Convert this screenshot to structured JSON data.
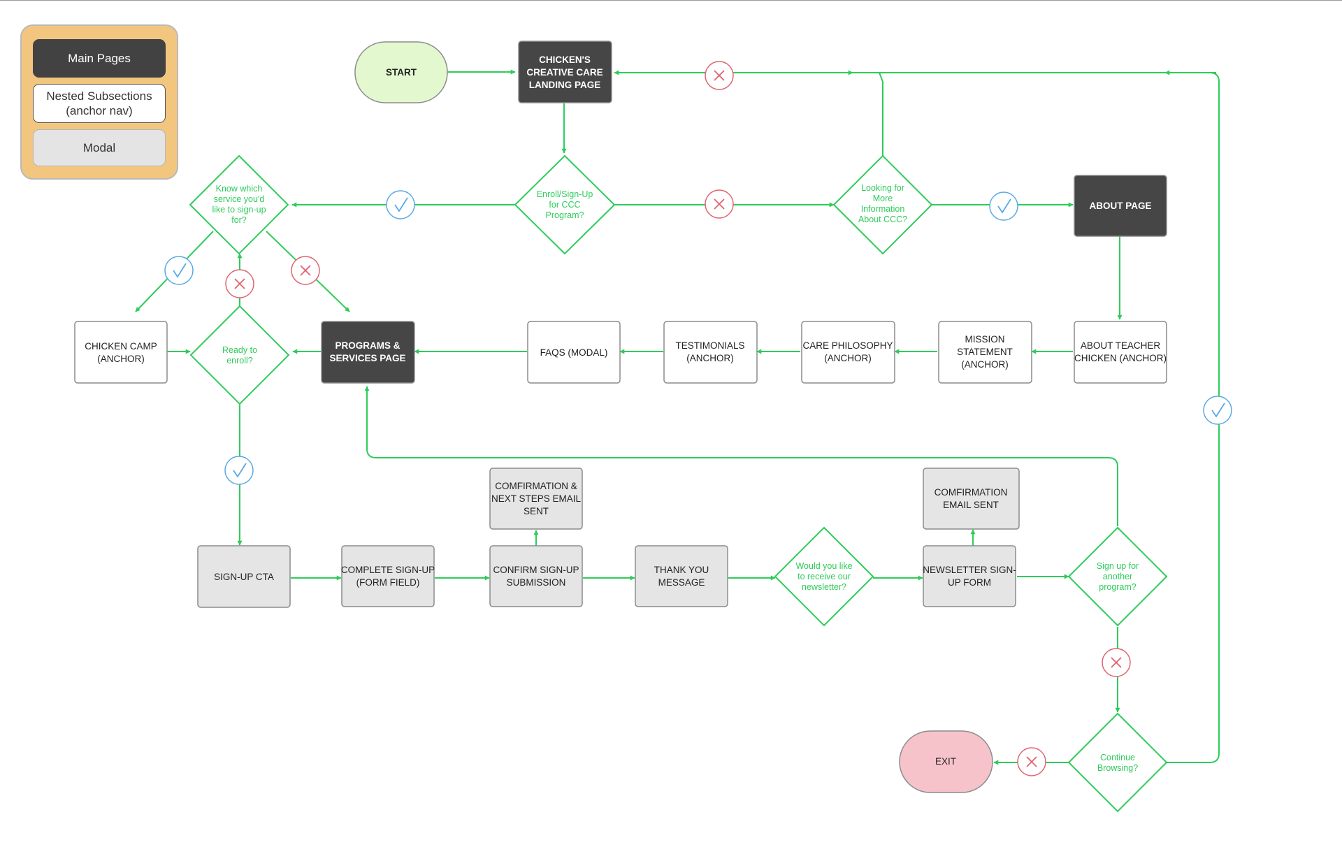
{
  "legend": {
    "main_pages": "Main Pages",
    "nested_line1": "Nested Subsections",
    "nested_line2": "(anchor nav)",
    "modal": "Modal"
  },
  "nodes": {
    "start": {
      "lines": [
        "START"
      ]
    },
    "exit": {
      "lines": [
        "EXIT"
      ]
    },
    "landing": {
      "lines": [
        "CHICKEN'S",
        "CREATIVE CARE",
        "LANDING PAGE"
      ]
    },
    "about_page": {
      "lines": [
        "ABOUT PAGE"
      ]
    },
    "programs": {
      "lines": [
        "PROGRAMS &",
        "SERVICES PAGE"
      ]
    },
    "chicken_camp": {
      "lines": [
        "CHICKEN CAMP",
        "(ANCHOR)"
      ]
    },
    "faqs": {
      "lines": [
        "FAQS (MODAL)"
      ]
    },
    "testimonials": {
      "lines": [
        "TESTIMONIALS",
        "(ANCHOR)"
      ]
    },
    "care_philosophy": {
      "lines": [
        "CARE PHILOSOPHY",
        "(ANCHOR)"
      ]
    },
    "mission": {
      "lines": [
        "MISSION",
        "STATEMENT",
        "(ANCHOR)"
      ]
    },
    "about_teacher": {
      "lines": [
        "ABOUT TEACHER",
        "CHICKEN (ANCHOR)"
      ]
    },
    "signup_cta": {
      "lines": [
        "SIGN-UP CTA"
      ]
    },
    "complete_signup": {
      "lines": [
        "COMPLETE SIGN-UP",
        "(FORM FIELD)"
      ]
    },
    "confirm_signup": {
      "lines": [
        "CONFIRM SIGN-UP",
        "SUBMISSION"
      ]
    },
    "confirm_email_next": {
      "lines": [
        "COMFIRMATION &",
        "NEXT STEPS EMAIL",
        "SENT"
      ]
    },
    "thank_you": {
      "lines": [
        "THANK YOU",
        "MESSAGE"
      ]
    },
    "newsletter_form": {
      "lines": [
        "NEWSLETTER SIGN-",
        "UP FORM"
      ]
    },
    "confirm_email": {
      "lines": [
        "COMFIRMATION",
        "EMAIL SENT"
      ]
    }
  },
  "decisions": {
    "enroll": {
      "lines": [
        "Enroll/Sign-Up",
        "for CCC",
        "Program?"
      ]
    },
    "more_info": {
      "lines": [
        "Looking for",
        "More",
        "Information",
        "About CCC?"
      ]
    },
    "know_service": {
      "lines": [
        "Know which",
        "service you'd",
        "like to sign-up",
        "for?"
      ]
    },
    "ready": {
      "lines": [
        "Ready to",
        "enroll?"
      ]
    },
    "newsletter": {
      "lines": [
        "Would you like",
        "to receive our",
        "newsletter?"
      ]
    },
    "another": {
      "lines": [
        "Sign up for",
        "another",
        "program?"
      ]
    },
    "continue": {
      "lines": [
        "Continue",
        "Browsing?"
      ]
    }
  },
  "markers": {
    "yes_icon": "check-icon",
    "no_icon": "x-icon"
  },
  "colors": {
    "flow_line": "#2ecc5a",
    "main_page": "#464646",
    "nested": "#ffffff",
    "modal": "#e5e5e5",
    "start": "#e3f8cf",
    "exit": "#f7c3cb",
    "legend_bg": "#f3c680",
    "yes": "#5aa9e6",
    "no": "#e0646f"
  }
}
